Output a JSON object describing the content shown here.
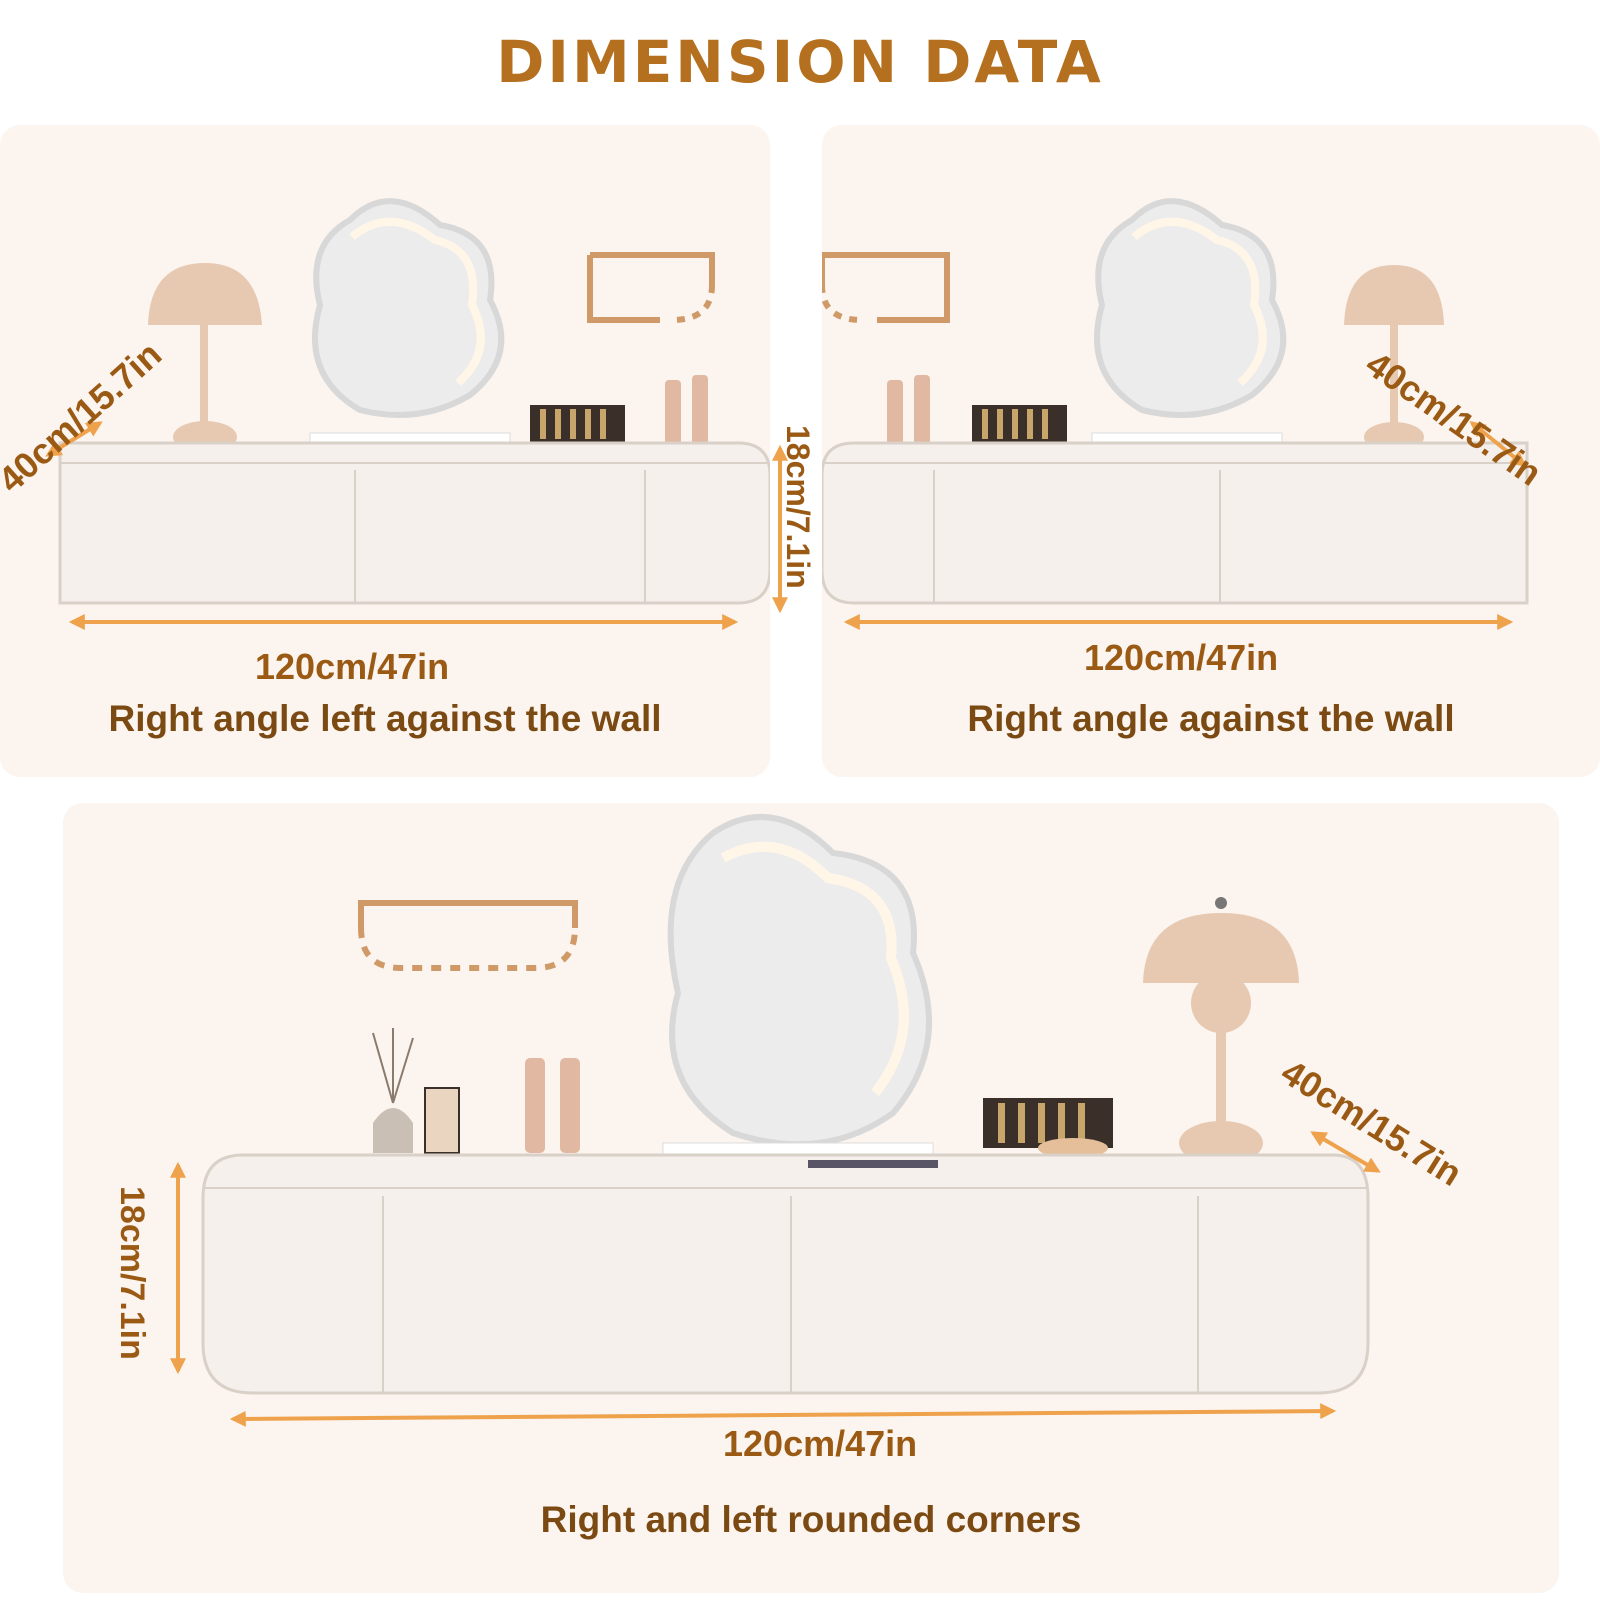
{
  "header": {
    "title": "DIMENSION DATA"
  },
  "colors": {
    "background": "#ffffff",
    "panel": "#fbf4ef",
    "title": "#b5701f",
    "dimension_text": "#9a5a14",
    "caption_text": "#7b4a12",
    "arrow": "#eea24c",
    "cabinet": "#f5f0ec",
    "cabinet_edge": "#d9d0c8",
    "lamp": "#e7c9b2"
  },
  "panels": [
    {
      "width_label": "120cm/47in",
      "depth_label": "40cm/15.7in",
      "caption": "Right angle left against the wall"
    },
    {
      "width_label": "120cm/47in",
      "depth_label": "40cm/15.7in",
      "height_label": "18cm/7.1in",
      "caption": "Right angle against the wall"
    },
    {
      "width_label": "120cm/47in",
      "depth_label": "40cm/15.7in",
      "height_label": "18cm/7.1in",
      "caption": "Right and left rounded corners"
    }
  ]
}
